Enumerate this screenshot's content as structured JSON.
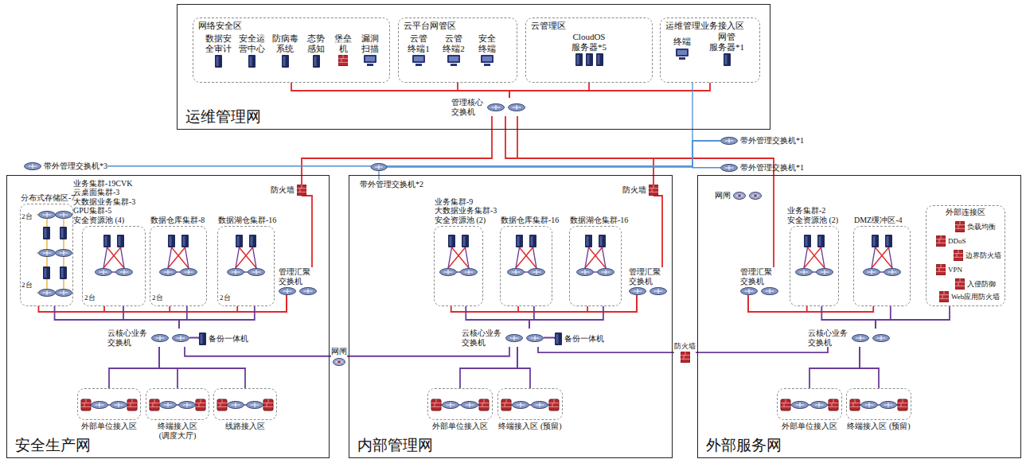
{
  "diagram": {
    "nodes": [
      {
        "text": [
          "运维管理网"
        ]
      },
      {
        "text": [
          "网络安全区"
        ],
        "in": 0
      },
      {
        "text": [
          "数据安 全审计"
        ],
        "in": 1
      },
      {
        "text": [
          "安全运 营中心"
        ],
        "in": 1
      },
      {
        "text": [
          "防病毒 系统"
        ],
        "in": 1
      },
      {
        "text": [
          "态势 感知"
        ],
        "in": 1
      },
      {
        "text": [
          "堡垒 机"
        ],
        "in": 1
      },
      {
        "text": [
          "漏洞 扫描"
        ],
        "in": 1
      },
      {
        "text": [
          "云平台网管区"
        ],
        "in": 0
      },
      {
        "text": [
          "云管 终端1"
        ],
        "in": 8
      },
      {
        "text": [
          "云管 终端2"
        ],
        "in": 8
      },
      {
        "text": [
          "安全 终端"
        ],
        "in": 8
      },
      {
        "text": [
          "云管理区"
        ],
        "in": 0
      },
      {
        "text": [
          "CloudOS 服务器*5"
        ],
        "in": 12
      },
      {
        "text": [
          "运维管理业务接入区"
        ],
        "in": 0
      },
      {
        "text": [
          "终端"
        ],
        "in": 14
      },
      {
        "text": [
          "网管 服务器*1"
        ],
        "in": 14
      },
      {
        "text": [
          "管理核心 交换机"
        ],
        "in": 0
      },
      {
        "text": [
          "带外管理交换机*1"
        ]
      },
      {
        "text": [
          "带外管理交换机*3"
        ]
      },
      {
        "text": [
          "带外管理交换机*1"
        ]
      },
      {
        "text": [
          "安全生产网"
        ]
      },
      {
        "text": [
          "分布式存储区-7"
        ],
        "in": 21
      },
      {
        "text": [
          "业务集群-19CVK 云桌面集群-3 大数据业务集群-3 GPU集群-5 安全资源池 (4)"
        ],
        "in": 21
      },
      {
        "text": [
          "数据仓库集群-8"
        ],
        "in": 21
      },
      {
        "text": [
          "数据湖仓集群-16"
        ],
        "in": 21
      },
      {
        "text": [
          "防火墙"
        ],
        "in": 21
      },
      {
        "text": [
          "管理汇聚 交换机"
        ],
        "in": 21
      },
      {
        "text": [
          "云核心业务 交换机"
        ],
        "in": 21
      },
      {
        "text": [
          "备份一体机"
        ],
        "in": 21
      },
      {
        "text": [
          "外部单位接入区"
        ],
        "in": 21
      },
      {
        "text": [
          "终端接入区 (调度大厅)"
        ],
        "in": 21
      },
      {
        "text": [
          "线路接入区"
        ],
        "in": 21
      },
      {
        "text": [
          "网闸"
        ]
      },
      {
        "text": [
          "内部管理网"
        ]
      },
      {
        "text": [
          "带外管理交换机*2"
        ],
        "in": 34
      },
      {
        "text": [
          "业务集群-9 大数据业务集群-3 安全资源池 (2)"
        ],
        "in": 34
      },
      {
        "text": [
          "数据仓库集群-16"
        ],
        "in": 34
      },
      {
        "text": [
          "数据湖仓集群-16"
        ],
        "in": 34
      },
      {
        "text": [
          "防火墙"
        ],
        "in": 34
      },
      {
        "text": [
          "管理汇聚 交换机"
        ],
        "in": 34
      },
      {
        "text": [
          "云核心业务 交换机"
        ],
        "in": 34
      },
      {
        "text": [
          "备份一体机"
        ],
        "in": 34
      },
      {
        "text": [
          "外部单位接入区"
        ],
        "in": 34
      },
      {
        "text": [
          "终端接入区 (预留)"
        ],
        "in": 34
      },
      {
        "text": [
          "防火墙"
        ]
      },
      {
        "text": [
          "外部服务网"
        ]
      },
      {
        "text": [
          "网闸"
        ],
        "in": 46
      },
      {
        "text": [
          "业务集群-2 安全资源池 (2)"
        ],
        "in": 46
      },
      {
        "text": [
          "DMZ缓冲区-4"
        ],
        "in": 46
      },
      {
        "text": [
          "外部连接区"
        ],
        "in": 46
      },
      {
        "text": [
          "负载均衡"
        ],
        "in": 50
      },
      {
        "text": [
          "DDoS"
        ],
        "in": 50
      },
      {
        "text": [
          "边界防火墙"
        ],
        "in": 50
      },
      {
        "text": [
          "VPN"
        ],
        "in": 50
      },
      {
        "text": [
          "入侵防御"
        ],
        "in": 50
      },
      {
        "text": [
          "Web应用防火墙"
        ],
        "in": 50
      },
      {
        "text": [
          "管理汇聚 交换机"
        ],
        "in": 46
      },
      {
        "text": [
          "云核心业务 交换机"
        ],
        "in": 46
      },
      {
        "text": [
          "外部单位接入区"
        ],
        "in": 46
      },
      {
        "text": [
          "终端接入区 (预留)"
        ],
        "in": 46
      }
    ],
    "edges": [
      {
        "from": 1,
        "to": 17,
        "arrow": "none"
      },
      {
        "from": 8,
        "to": 17,
        "arrow": "none"
      },
      {
        "from": 12,
        "to": 17,
        "arrow": "none"
      },
      {
        "from": 14,
        "to": 17,
        "arrow": "none"
      },
      {
        "from": 17,
        "to": 26,
        "arrow": "none"
      },
      {
        "from": 17,
        "to": 39,
        "arrow": "none"
      },
      {
        "from": 17,
        "to": 57,
        "arrow": "none"
      },
      {
        "from": 26,
        "to": 27,
        "arrow": "none"
      },
      {
        "from": 39,
        "to": 40,
        "arrow": "none"
      },
      {
        "from": 27,
        "to": 22,
        "arrow": "none"
      },
      {
        "from": 27,
        "to": 23,
        "arrow": "none"
      },
      {
        "from": 27,
        "to": 24,
        "arrow": "none"
      },
      {
        "from": 27,
        "to": 25,
        "arrow": "none"
      },
      {
        "from": 40,
        "to": 36,
        "arrow": "none"
      },
      {
        "from": 40,
        "to": 37,
        "arrow": "none"
      },
      {
        "from": 40,
        "to": 38,
        "arrow": "none"
      },
      {
        "from": 57,
        "to": 48,
        "arrow": "none"
      },
      {
        "from": 57,
        "to": 49,
        "arrow": "none"
      },
      {
        "from": 22,
        "to": 28,
        "arrow": "none"
      },
      {
        "from": 23,
        "to": 28,
        "arrow": "none"
      },
      {
        "from": 24,
        "to": 28,
        "arrow": "none"
      },
      {
        "from": 25,
        "to": 28,
        "arrow": "none"
      },
      {
        "from": 36,
        "to": 41,
        "arrow": "none"
      },
      {
        "from": 37,
        "to": 41,
        "arrow": "none"
      },
      {
        "from": 38,
        "to": 41,
        "arrow": "none"
      },
      {
        "from": 48,
        "to": 58,
        "arrow": "none"
      },
      {
        "from": 49,
        "to": 58,
        "arrow": "none"
      },
      {
        "from": 50,
        "to": 58,
        "arrow": "none"
      },
      {
        "from": 29,
        "to": 28,
        "arrow": "none"
      },
      {
        "from": 42,
        "to": 41,
        "arrow": "none"
      },
      {
        "from": 28,
        "to": 30,
        "arrow": "none"
      },
      {
        "from": 28,
        "to": 31,
        "arrow": "none"
      },
      {
        "from": 28,
        "to": 32,
        "arrow": "none"
      },
      {
        "from": 41,
        "to": 43,
        "arrow": "none"
      },
      {
        "from": 41,
        "to": 44,
        "arrow": "none"
      },
      {
        "from": 58,
        "to": 59,
        "arrow": "none"
      },
      {
        "from": 58,
        "to": 60,
        "arrow": "none"
      },
      {
        "from": 28,
        "to": 33,
        "arrow": "none"
      },
      {
        "from": 33,
        "to": 41,
        "arrow": "none"
      },
      {
        "from": 41,
        "to": 45,
        "arrow": "none"
      },
      {
        "from": 45,
        "to": 58,
        "arrow": "none"
      },
      {
        "from": 14,
        "to": 18,
        "arrow": "none"
      },
      {
        "from": 18,
        "to": 19,
        "arrow": "none"
      },
      {
        "from": 18,
        "to": 20,
        "arrow": "none"
      },
      {
        "from": 18,
        "to": 35,
        "arrow": "none"
      }
    ],
    "labels": [
      "2台",
      "2台",
      "2台",
      "2台",
      "2台"
    ]
  }
}
